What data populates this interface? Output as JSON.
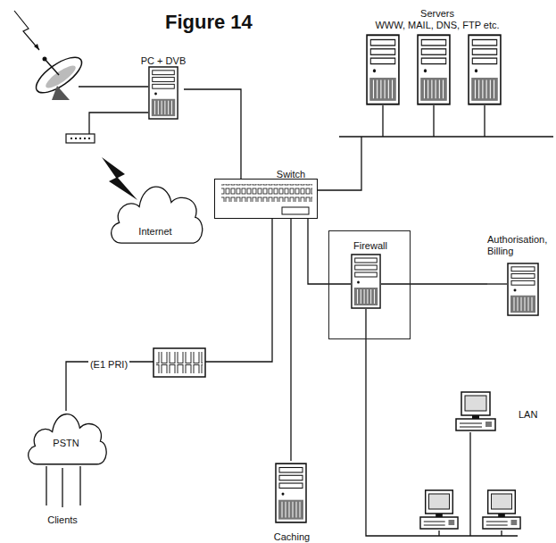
{
  "diagram": {
    "title": "Figure 14",
    "nodes": [
      {
        "text": [
          "Servers",
          "WWW, MAIL, DNS, FTP etc."
        ]
      },
      {
        "text": [
          "PC + DVB"
        ]
      },
      {
        "text": [
          "Switch"
        ]
      },
      {
        "text": [
          "Internet"
        ]
      },
      {
        "text": [
          "Firewall"
        ]
      },
      {
        "text": [
          "Authorisation, Billing"
        ]
      },
      {
        "text": [
          "PSTN"
        ]
      },
      {
        "text": [
          "Caching"
        ]
      },
      {
        "text": [
          "LAN"
        ]
      }
    ],
    "edges": [
      {
        "from": 1,
        "to": 2,
        "arrow": "none"
      },
      {
        "from": 0,
        "to": 2,
        "arrow": "none"
      },
      {
        "from": 2,
        "to": 4,
        "arrow": "none"
      },
      {
        "from": 4,
        "to": 5,
        "arrow": "none"
      },
      {
        "from": 2,
        "to": 7,
        "arrow": "none"
      },
      {
        "from": 6,
        "to": 2,
        "label": "(E1 PRI)",
        "arrow": "none"
      },
      {
        "from": 4,
        "to": 8,
        "arrow": "none"
      }
    ],
    "labels": [
      "Clients"
    ]
  }
}
